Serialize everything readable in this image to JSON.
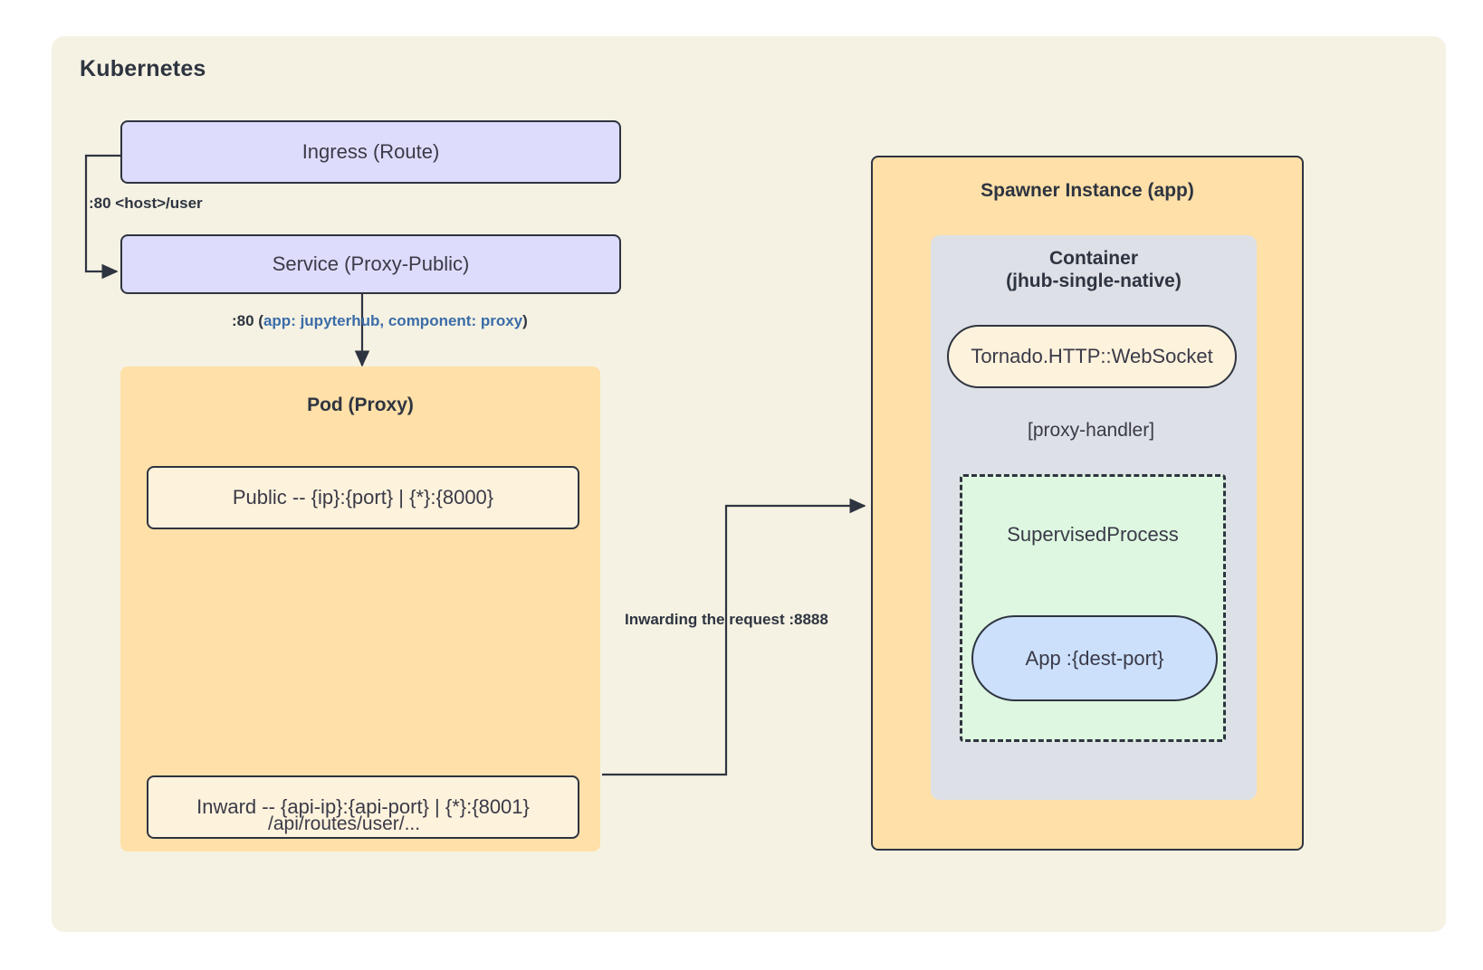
{
  "diagram": {
    "title": "Kubernetes",
    "type": "architecture-flow"
  },
  "colors": {
    "canvas": "#ffffff",
    "frame_bg": "#F5F2E3",
    "purple_node": "#DEDCFC",
    "orange_group": "#FEE0A8",
    "cream_node": "#FDF2DC",
    "container_grey": "#DDE0E6",
    "process_green": "#DEF7E0",
    "app_blue": "#CCE0FB",
    "stroke": "#2E3440",
    "label_blue": "#3B6CA8"
  },
  "nodes": {
    "ingress": "Ingress (Route)",
    "service": "Service (Proxy-Public)",
    "pod_proxy_title": "Pod (Proxy)",
    "public_endpoint": "Public -- {ip}:{port} | {*}:{8000}",
    "inward_endpoint": "Inward -- {api-ip}:{api-port} | {*}:{8001}",
    "spawner_title": "Spawner Instance (app)",
    "container_title_line1": "Container",
    "container_title_line2": "(jhub-single-native)",
    "tornado": "Tornado.HTTP::WebSocket",
    "supervised_process": "SupervisedProcess",
    "app": "App :{dest-port}"
  },
  "edges": {
    "ingress_to_service": ":80 <host>/user",
    "service_to_pod_port": ":80 (",
    "service_to_pod_selector": "app: jupyterhub, component: proxy",
    "service_to_pod_close": ")",
    "api_routes": "/api/routes/user/...",
    "inward_to_spawner": "Inwarding the request :8888",
    "proxy_handler": "[proxy-handler]"
  }
}
